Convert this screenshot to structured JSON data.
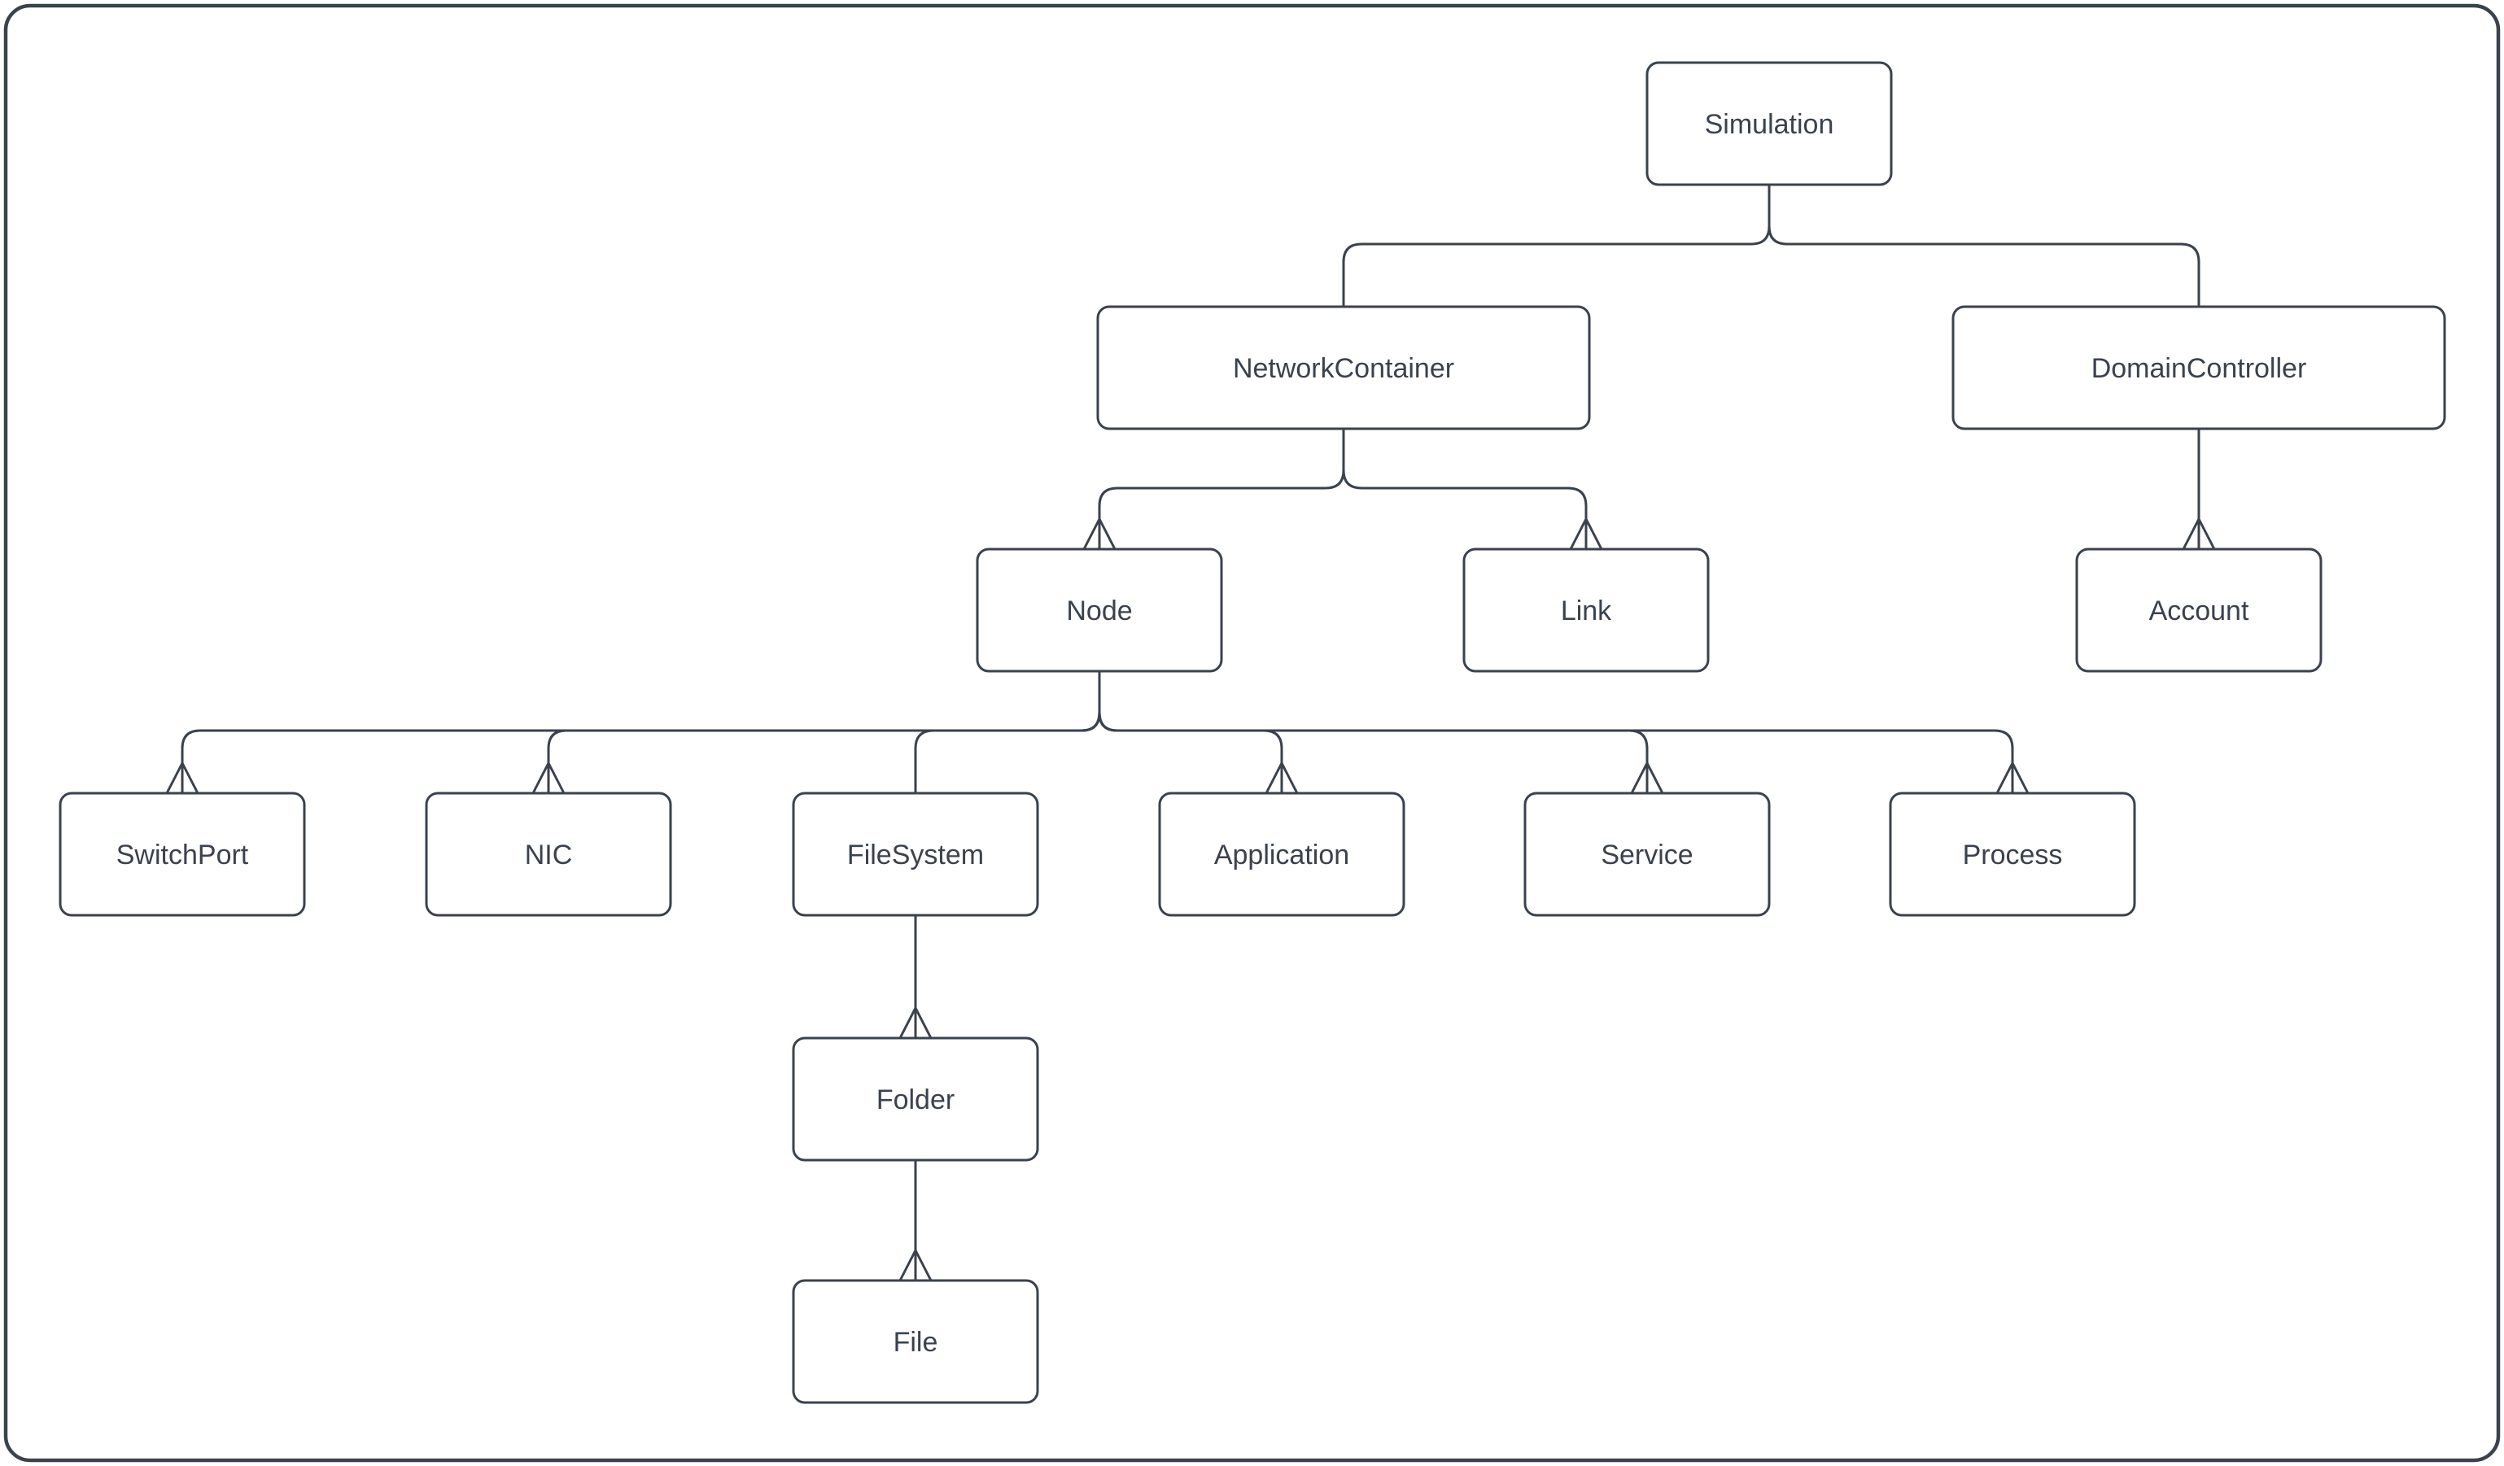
{
  "diagram": {
    "title": "Simulation object hierarchy diagram",
    "type": "tree",
    "background_color": "#ffffff",
    "stroke_color": "#3a424e",
    "text_color": "#3a424e",
    "box_fill": "#ffffff",
    "arrowhead_style": "open-v",
    "nodes": {
      "simulation": {
        "label": "Simulation"
      },
      "networkcontainer": {
        "label": "NetworkContainer"
      },
      "domaincontroller": {
        "label": "DomainController"
      },
      "node": {
        "label": "Node"
      },
      "link": {
        "label": "Link"
      },
      "account": {
        "label": "Account"
      },
      "switchport": {
        "label": "SwitchPort"
      },
      "nic": {
        "label": "NIC"
      },
      "filesystem": {
        "label": "FileSystem"
      },
      "application": {
        "label": "Application"
      },
      "service": {
        "label": "Service"
      },
      "process": {
        "label": "Process"
      },
      "folder": {
        "label": "Folder"
      },
      "file": {
        "label": "File"
      }
    },
    "edges": [
      {
        "from": "Simulation",
        "to": "NetworkContainer",
        "arrowhead": "none"
      },
      {
        "from": "Simulation",
        "to": "DomainController",
        "arrowhead": "none"
      },
      {
        "from": "NetworkContainer",
        "to": "Node",
        "arrowhead": "open-v"
      },
      {
        "from": "NetworkContainer",
        "to": "Link",
        "arrowhead": "open-v"
      },
      {
        "from": "DomainController",
        "to": "Account",
        "arrowhead": "open-v"
      },
      {
        "from": "Node",
        "to": "SwitchPort",
        "arrowhead": "open-v"
      },
      {
        "from": "Node",
        "to": "NIC",
        "arrowhead": "open-v"
      },
      {
        "from": "Node",
        "to": "FileSystem",
        "arrowhead": "none"
      },
      {
        "from": "Node",
        "to": "Application",
        "arrowhead": "open-v"
      },
      {
        "from": "Node",
        "to": "Service",
        "arrowhead": "open-v"
      },
      {
        "from": "Node",
        "to": "Process",
        "arrowhead": "open-v"
      },
      {
        "from": "FileSystem",
        "to": "Folder",
        "arrowhead": "open-v"
      },
      {
        "from": "Folder",
        "to": "File",
        "arrowhead": "open-v"
      }
    ]
  }
}
